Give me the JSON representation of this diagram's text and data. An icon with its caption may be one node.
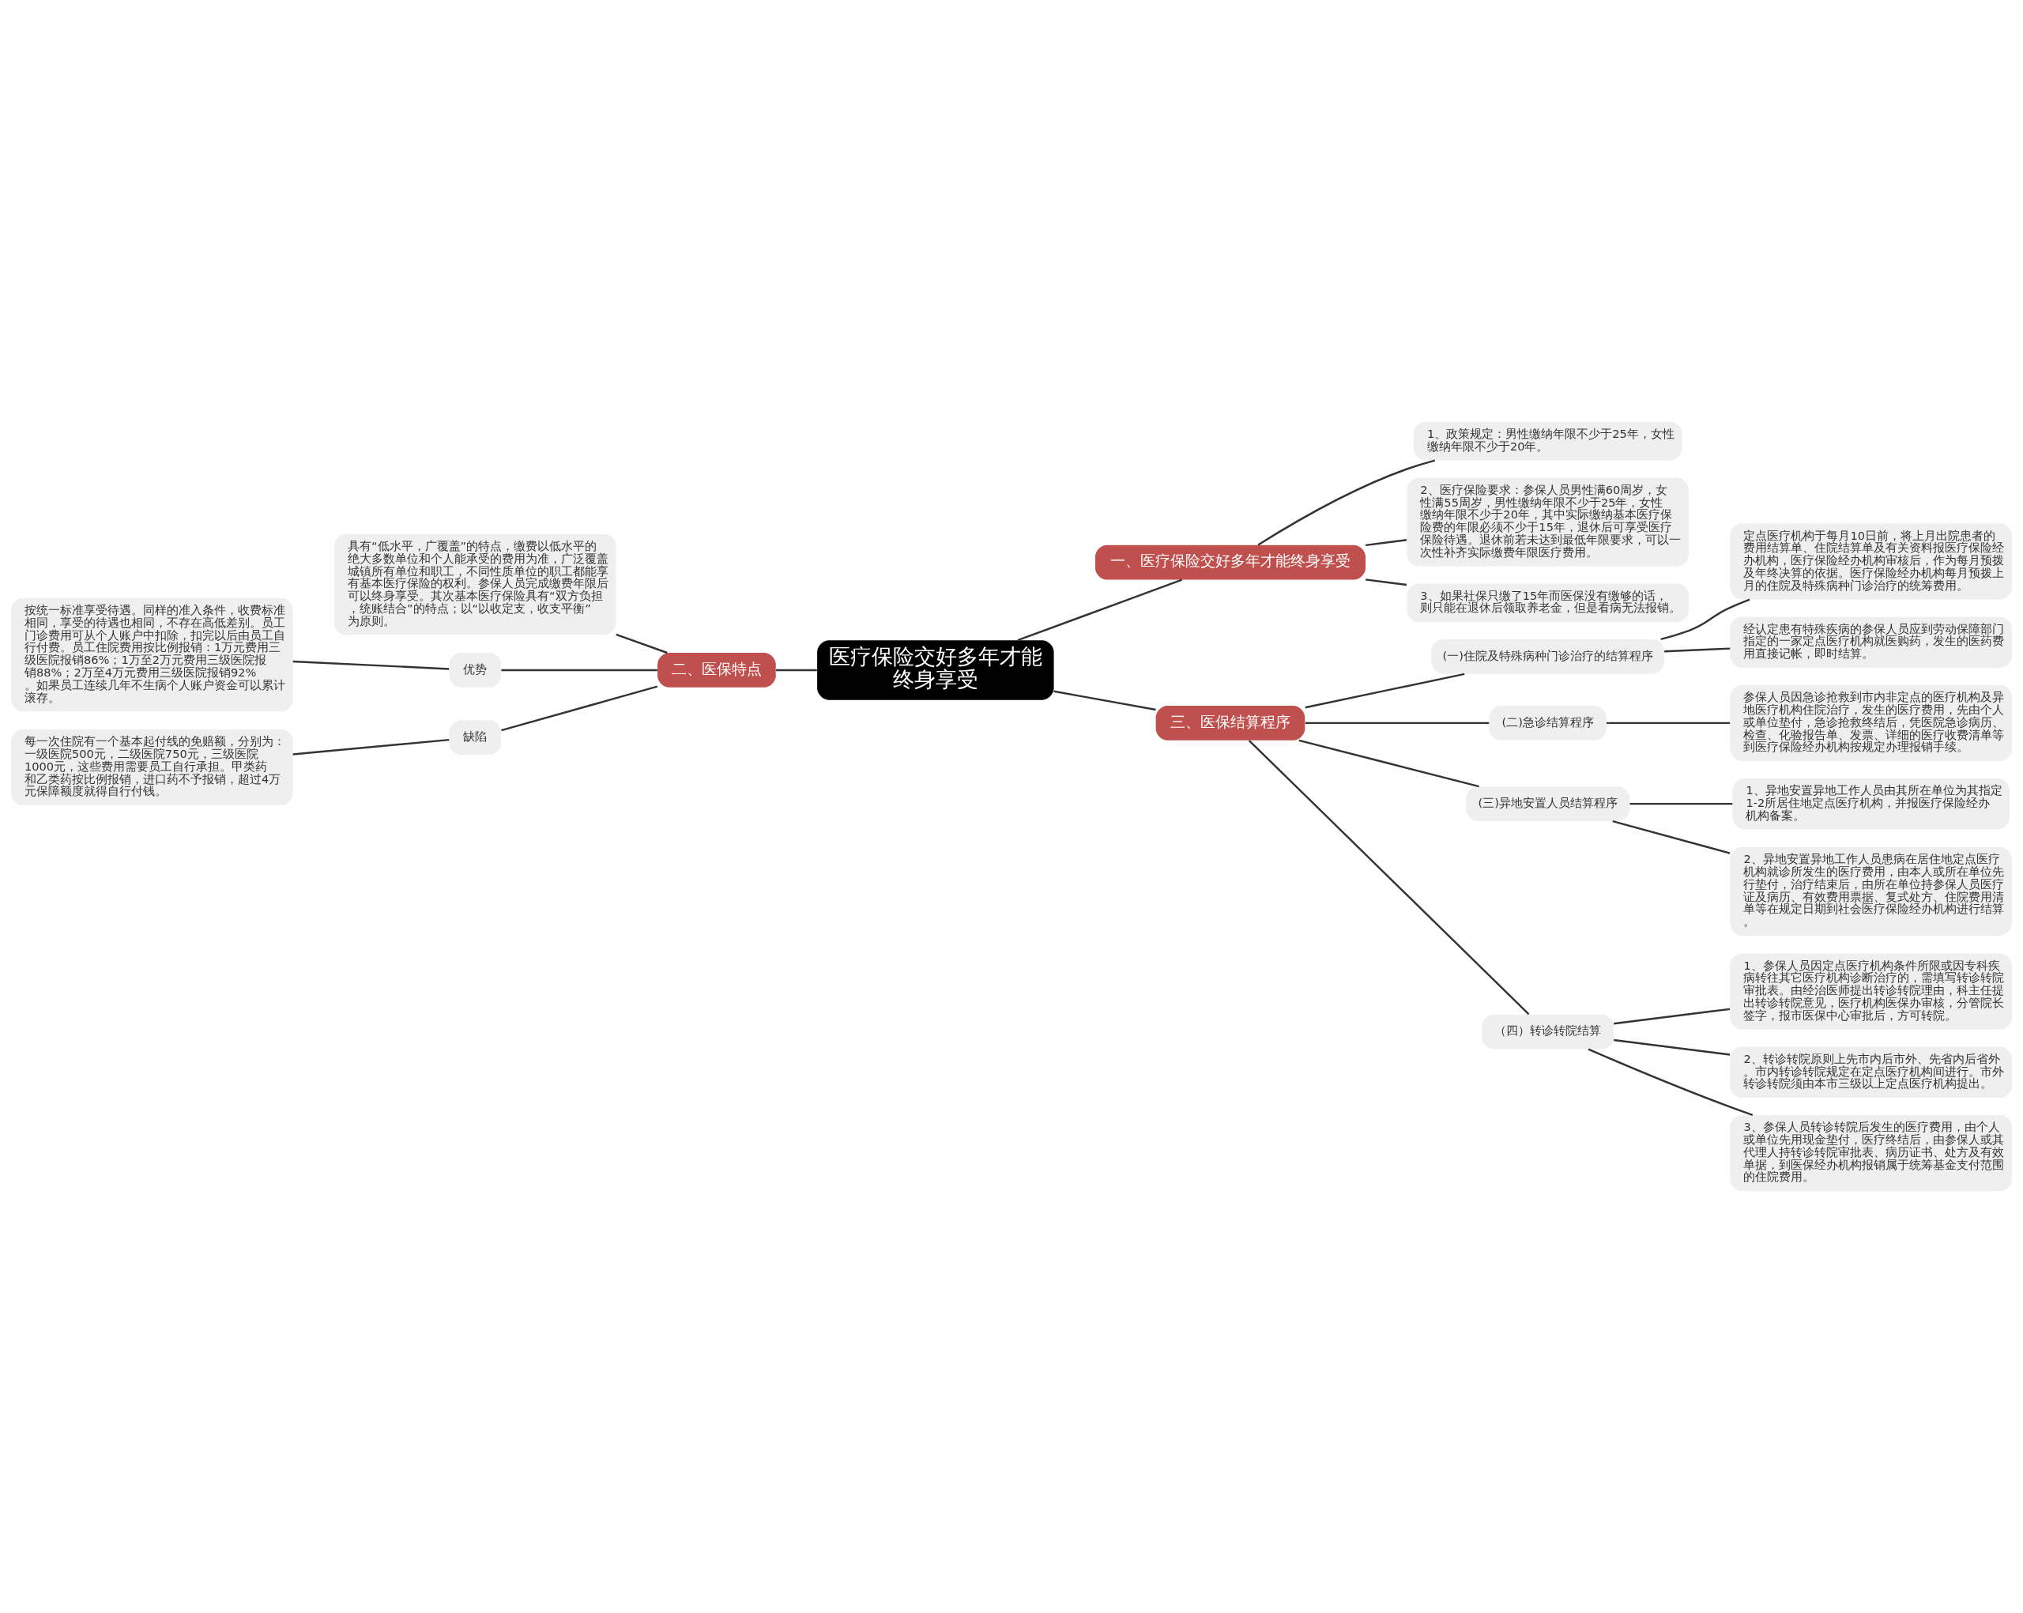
{
  "diagram": {
    "nodes": [
      {
        "text": [
          "医疗保险交好多年才能终身享受"
        ]
      },
      {
        "text": [
          "一、医疗保险交好多年才能终身享受"
        ]
      },
      {
        "text": [
          "1、政策规定：男性缴纳年限不少于25年，女性缴纳年限不少于20年。"
        ]
      },
      {
        "text": [
          "2、医疗保险要求：参保人员男性满60周岁，女性满55周岁，男性缴纳年限不少于25年，女性缴纳年限不少于20年，其中实际缴纳基本医疗保险费的年限必须不少于15年，退休后可享受医疗保险待遇。退休前若未达到最低年限要求，可以一次性补齐实际缴费年限医疗费用。"
        ]
      },
      {
        "text": [
          "3、如果社保只缴了15年而医保没有缴够的话，则只能在退休后领取养老金，但是看病无法报销。"
        ]
      },
      {
        "text": [
          "二、医保特点"
        ]
      },
      {
        "text": [
          "具有“低水平，广覆盖”的特点，缴费以低水平的绝大多数单位和个人能承受的费用为准，广泛覆盖城镇所有单位和职工，不同性质单位的职工都能享有基本医疗保险的权利。参保人员完成缴费年限后可以终身享受。其次基本医疗保险具有“双方负担，统账结合”的特点；以“以收定支，收支平衡”为原则。"
        ]
      },
      {
        "text": [
          "优势"
        ]
      },
      {
        "text": [
          "按统一标准享受待遇。同样的准入条件，收费标准相同，享受的待遇也相同，不存在高低差别。员工门诊费用可从个人账户中扣除，扣完以后由员工自行付费。员工住院费用按比例报销：1万元费用三级医院报销86%；1万至2万元费用三级医院报销88%；2万至4万元费用三级医院报销92%。如果员工连续几年不生病个人账户资金可以累计滚存。"
        ]
      },
      {
        "text": [
          "缺陷"
        ]
      },
      {
        "text": [
          "每一次住院有一个基本起付线的免赔额，分别为：一级医院500元，二级医院750元，三级医院1000元，这些费用需要员工自行承担。甲类药和乙类药按比例报销，进口药不予报销，超过4万元保障额度就得自行付钱。"
        ]
      },
      {
        "text": [
          "三、医保结算程序"
        ]
      },
      {
        "text": [
          "(一)住院及特殊病种门诊治疗的结算程序"
        ]
      },
      {
        "text": [
          "定点医疗机构于每月10日前，将上月出院患者的费用结算单、住院结算单及有关资料报医疗保险经办机构，医疗保险经办机构审核后，作为每月预拨及年终决算的依据。医疗保险经办机构每月预拨上月的住院及特殊病种门诊治疗的统筹费用。"
        ]
      },
      {
        "text": [
          "经认定患有特殊疾病的参保人员应到劳动保障部门指定的一家定点医疗机构就医购药，发生的医药费用直接记帐，即时结算。"
        ]
      },
      {
        "text": [
          "(二)急诊结算程序"
        ]
      },
      {
        "text": [
          "参保人员因急诊抢救到市内非定点的医疗机构及异地医疗机构住院治疗，发生的医疗费用，先由个人或单位垫付，急诊抢救终结后，凭医院急诊病历、检查、化验报告单、发票、详细的医疗收费清单等到医疗保险经办机构按规定办理报销手续。"
        ]
      },
      {
        "text": [
          "(三)异地安置人员结算程序"
        ]
      },
      {
        "text": [
          "1、异地安置异地工作人员由其所在单位为其指定1-2所居住地定点医疗机构，并报医疗保险经办机构备案。"
        ]
      },
      {
        "text": [
          "2、异地安置异地工作人员患病在居住地定点医疗机构就诊所发生的医疗费用，由本人或所在单位先行垫付，治疗结束后，由所在单位持参保人员医疗证及病历、有效费用票据、复式处方、住院费用清单等在规定日期到社会医疗保险经办机构进行结算。"
        ]
      },
      {
        "text": [
          "（四）转诊转院结算"
        ]
      },
      {
        "text": [
          "1、参保人员因定点医疗机构条件所限或因专科疾病转往其它医疗机构诊断治疗的，需填写转诊转院审批表。由经治医师提出转诊转院理由，科主任提出转诊转院意见，医疗机构医保办审核，分管院长签字，报市医保中心审批后，方可转院。"
        ]
      },
      {
        "text": [
          "2、转诊转院原则上先市内后市外、先省内后省外。市内转诊转院规定在定点医疗机构间进行。市外转诊转院须由本市三级以上定点医疗机构提出。"
        ]
      },
      {
        "text": [
          "3、参保人员转诊转院后发生的医疗费用，由个人或单位先用现金垫付，医疗终结后，由参保人或其代理人持转诊转院审批表、病历证书、处方及有效单据，到医保经办机构报销属于统筹基金支付范围的住院费用。"
        ]
      }
    ],
    "edges": [
      {
        "from": 0,
        "to": 1,
        "arrow": "none"
      },
      {
        "from": 1,
        "to": 2,
        "arrow": "none"
      },
      {
        "from": 1,
        "to": 3,
        "arrow": "none"
      },
      {
        "from": 1,
        "to": 4,
        "arrow": "none"
      },
      {
        "from": 0,
        "to": 5,
        "arrow": "none"
      },
      {
        "from": 5,
        "to": 6,
        "arrow": "none"
      },
      {
        "from": 5,
        "to": 7,
        "arrow": "none"
      },
      {
        "from": 7,
        "to": 8,
        "arrow": "none"
      },
      {
        "from": 5,
        "to": 9,
        "arrow": "none"
      },
      {
        "from": 9,
        "to": 10,
        "arrow": "none"
      },
      {
        "from": 0,
        "to": 11,
        "arrow": "none"
      },
      {
        "from": 11,
        "to": 12,
        "arrow": "none"
      },
      {
        "from": 12,
        "to": 13,
        "arrow": "none"
      },
      {
        "from": 12,
        "to": 14,
        "arrow": "none"
      },
      {
        "from": 11,
        "to": 15,
        "arrow": "none"
      },
      {
        "from": 15,
        "to": 16,
        "arrow": "none"
      },
      {
        "from": 11,
        "to": 17,
        "arrow": "none"
      },
      {
        "from": 17,
        "to": 18,
        "arrow": "none"
      },
      {
        "from": 17,
        "to": 19,
        "arrow": "none"
      },
      {
        "from": 11,
        "to": 20,
        "arrow": "none"
      },
      {
        "from": 20,
        "to": 21,
        "arrow": "none"
      },
      {
        "from": 20,
        "to": 22,
        "arrow": "none"
      },
      {
        "from": 20,
        "to": 23,
        "arrow": "none"
      }
    ]
  }
}
